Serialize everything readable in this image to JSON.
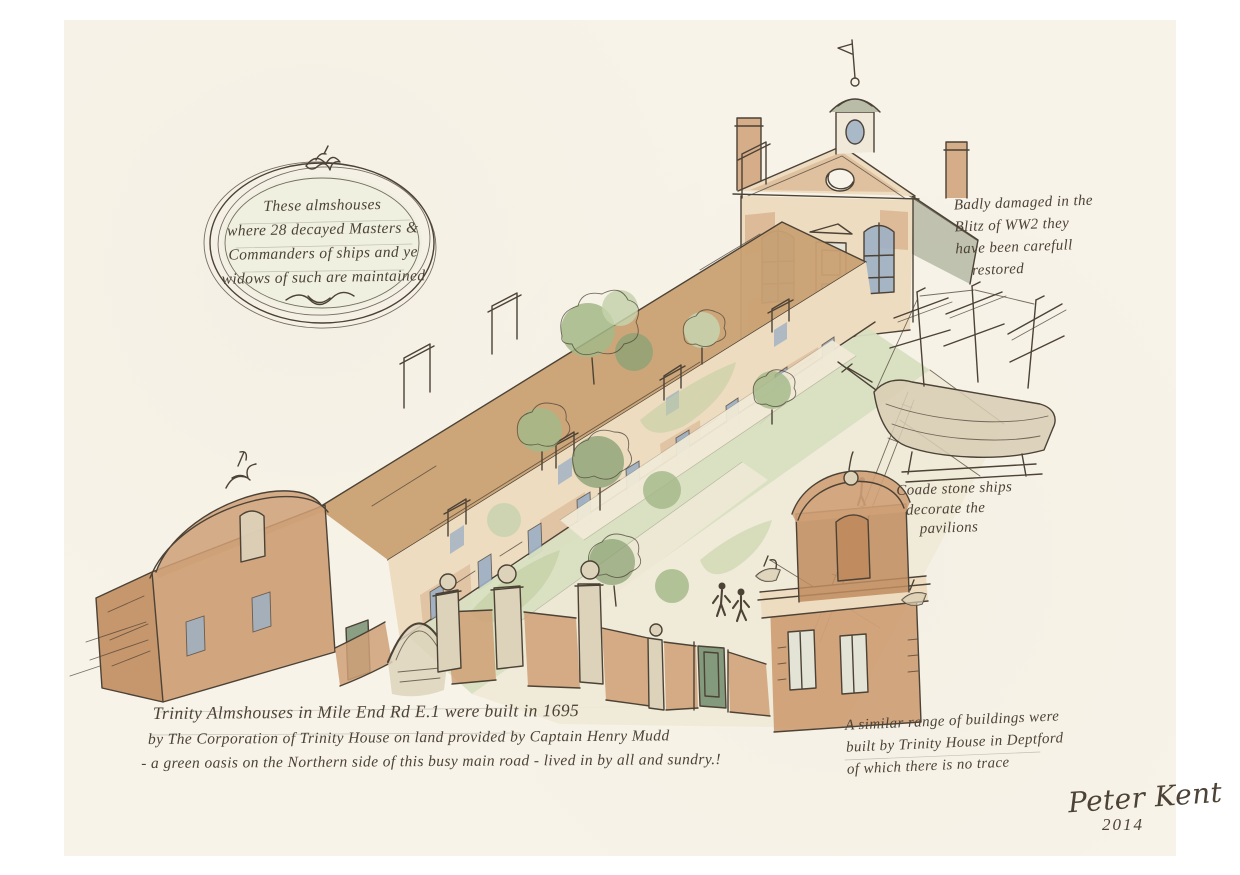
{
  "artwork": {
    "cartouche": {
      "lines": [
        "These almshouses",
        "where 28 decayed Masters &",
        "Commanders of ships and ye",
        "widows of such are maintained"
      ]
    },
    "note_blitz": {
      "lines": [
        "Badly damaged in the",
        "Blitz of WW2 they",
        "have been carefull",
        "restored"
      ]
    },
    "note_coade": {
      "lines": [
        "Coade stone ships",
        "decorate the",
        "pavilions"
      ]
    },
    "caption": {
      "lines": [
        "Trinity Almshouses in Mile End Rd E.1 were built in 1695",
        "by The Corporation of Trinity House on land provided by Captain Henry Mudd",
        "- a green oasis on the Northern side of this busy main road - lived in by all and sundry.!"
      ]
    },
    "note_deptford": {
      "lines": [
        "A similar range of buildings were",
        "built by Trinity House in Deptford",
        "of which there is no trace"
      ]
    },
    "signature": {
      "name": "Peter Kent",
      "year": "2014"
    }
  },
  "colors": {
    "paper": "#f7f3e8",
    "ink": "#4c4236",
    "roof": "#c9a173",
    "brick": "#cfa077",
    "brick-dark": "#c08c5f",
    "facade": "#eddcc0",
    "lawn": "#d8dfc0",
    "lawn-dark": "#c3cfa4",
    "tree": "#a3b887",
    "tree-dark": "#8ca375",
    "tree-light": "#c6d2ac",
    "window": "#9db0c4",
    "stone": "#ddd3bb",
    "gate-green": "#7d9678",
    "chapel-roof": "#b9bda8",
    "steps-grey": "#cfd3bd",
    "ship-wash": "#d8cdb4",
    "cartouche-fill": "#eef0df",
    "path": "#f0e9d6"
  }
}
